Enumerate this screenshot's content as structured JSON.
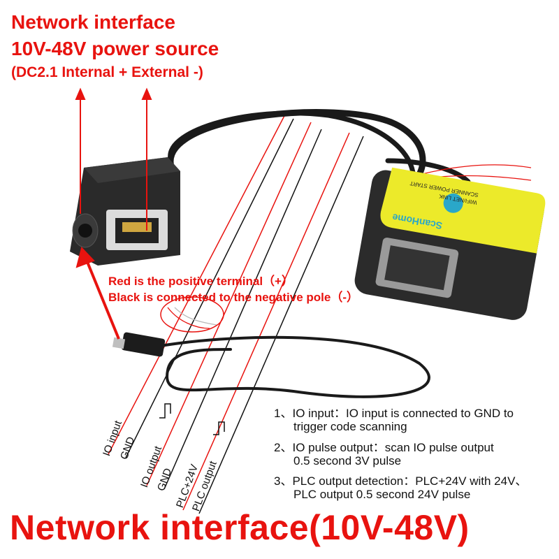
{
  "header": {
    "line1": "Network interface",
    "line2": "10V-48V power source",
    "line3": "(DC2.1  Internal + External -)"
  },
  "notes": {
    "red_wire": "Red is the positive terminal（+）",
    "black_wire": "Black is connected to the negative pole（-）"
  },
  "wire_labels": [
    "IO input",
    "GND",
    "IO output",
    "GND",
    "PLC+24V",
    "PLC output"
  ],
  "descriptions": [
    {
      "num": "1、",
      "line1": "IO input：IO input is connected to GND to",
      "line2": "trigger code scanning"
    },
    {
      "num": "2、",
      "line1": "IO pulse output：scan IO pulse output",
      "line2": "0.5 second 3V pulse"
    },
    {
      "num": "3、",
      "line1": "PLC output detection：PLC+24V with 24V、",
      "line2": "PLC output 0.5 second 24V pulse"
    }
  ],
  "device": {
    "brand": "ScanHome",
    "labels": [
      "WIFI/NET",
      "SCANNER",
      "LINK",
      "POWER",
      "START"
    ]
  },
  "footer": {
    "title": "Network interface(10V-48V)"
  },
  "colors": {
    "accent": "#e8130f",
    "device_yellow": "#ecea2a",
    "device_body": "#2b2b2b"
  }
}
